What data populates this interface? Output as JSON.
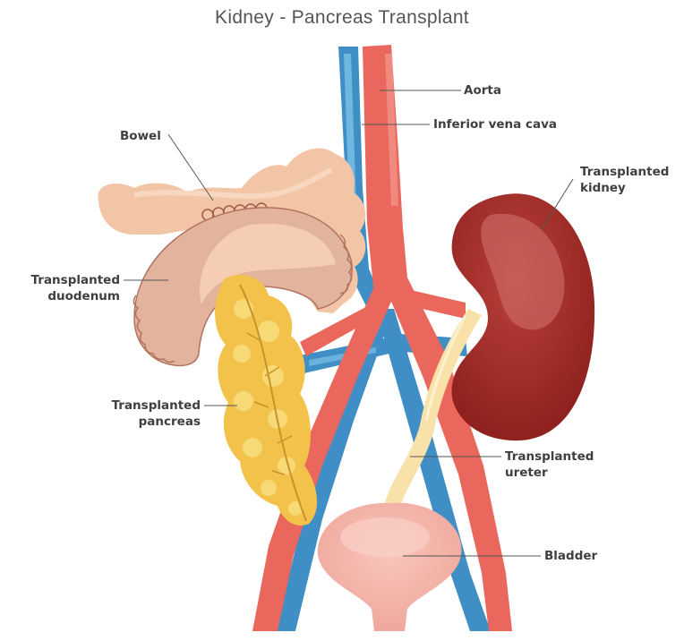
{
  "title": "Kidney - Pancreas Transplant",
  "labels": {
    "aorta": "Aorta",
    "ivc": "Inferior vena cava",
    "bowel": "Bowel",
    "kidney": [
      "Transplanted",
      "kidney"
    ],
    "duodenum": [
      "Transplanted",
      "duodenum"
    ],
    "pancreas": [
      "Transplanted",
      "pancreas"
    ],
    "ureter": [
      "Transplanted",
      "ureter"
    ],
    "bladder": "Bladder"
  },
  "colors": {
    "artery": "#e9675c",
    "vein": "#3f8fc6",
    "kidney": "#a7302a",
    "pancreas": "#f2c24a",
    "bowel": "#f2c5a6",
    "bladder": "#f4b4aa",
    "ureter": "#f9e2aa",
    "text": "#3f3f3f"
  }
}
